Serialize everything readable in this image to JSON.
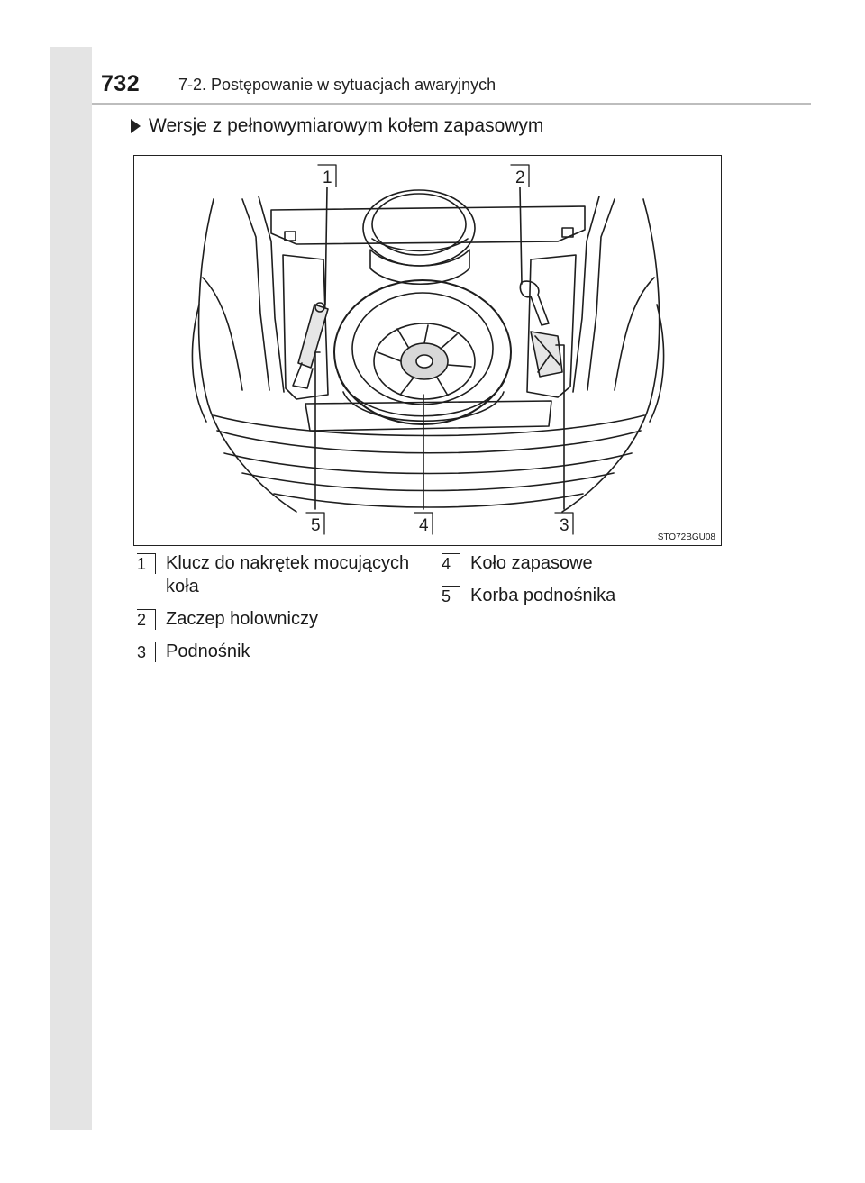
{
  "header": {
    "page_number": "732",
    "section_title": "7-2. Postępowanie w sytuacjach awaryjnych"
  },
  "subheading": "Wersje z pełnowymiarowym kołem zapasowym",
  "figure": {
    "code": "STO72BGU08",
    "callouts": [
      "1",
      "2",
      "3",
      "4",
      "5"
    ]
  },
  "legend": {
    "left": [
      {
        "num": "1",
        "text": "Klucz do nakrętek mocujących koła"
      },
      {
        "num": "2",
        "text": "Zaczep holowniczy"
      },
      {
        "num": "3",
        "text": "Podnośnik"
      }
    ],
    "right": [
      {
        "num": "4",
        "text": "Koło zapasowe"
      },
      {
        "num": "5",
        "text": "Korba podnośnika"
      }
    ]
  }
}
